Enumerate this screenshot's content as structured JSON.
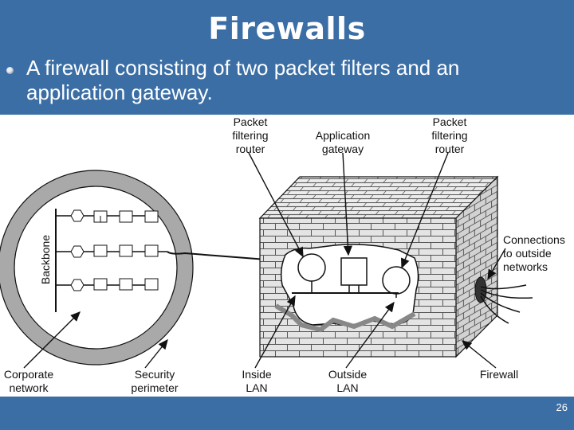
{
  "slide": {
    "title": "Firewalls",
    "bullet": "A firewall consisting of two packet filters and an application gateway.",
    "page_number": "26"
  },
  "figure": {
    "labels": {
      "pf_left_1": "Packet",
      "pf_left_2": "filtering",
      "pf_left_3": "router",
      "app_1": "Application",
      "app_2": "gateway",
      "pf_right_1": "Packet",
      "pf_right_2": "filtering",
      "pf_right_3": "router",
      "conn_1": "Connections",
      "conn_2": "to outside",
      "conn_3": "networks",
      "backbone": "Backbone",
      "corp_1": "Corporate",
      "corp_2": "network",
      "sec_1": "Security",
      "sec_2": "perimeter",
      "inside_1": "Inside",
      "inside_2": "LAN",
      "outside_1": "Outside",
      "outside_2": "LAN",
      "firewall": "Firewall"
    }
  },
  "colors": {
    "slide_blue": "#3a6ea5",
    "ring_gray": "#a9a9a9",
    "wall_gray": "#dcdcdc"
  }
}
